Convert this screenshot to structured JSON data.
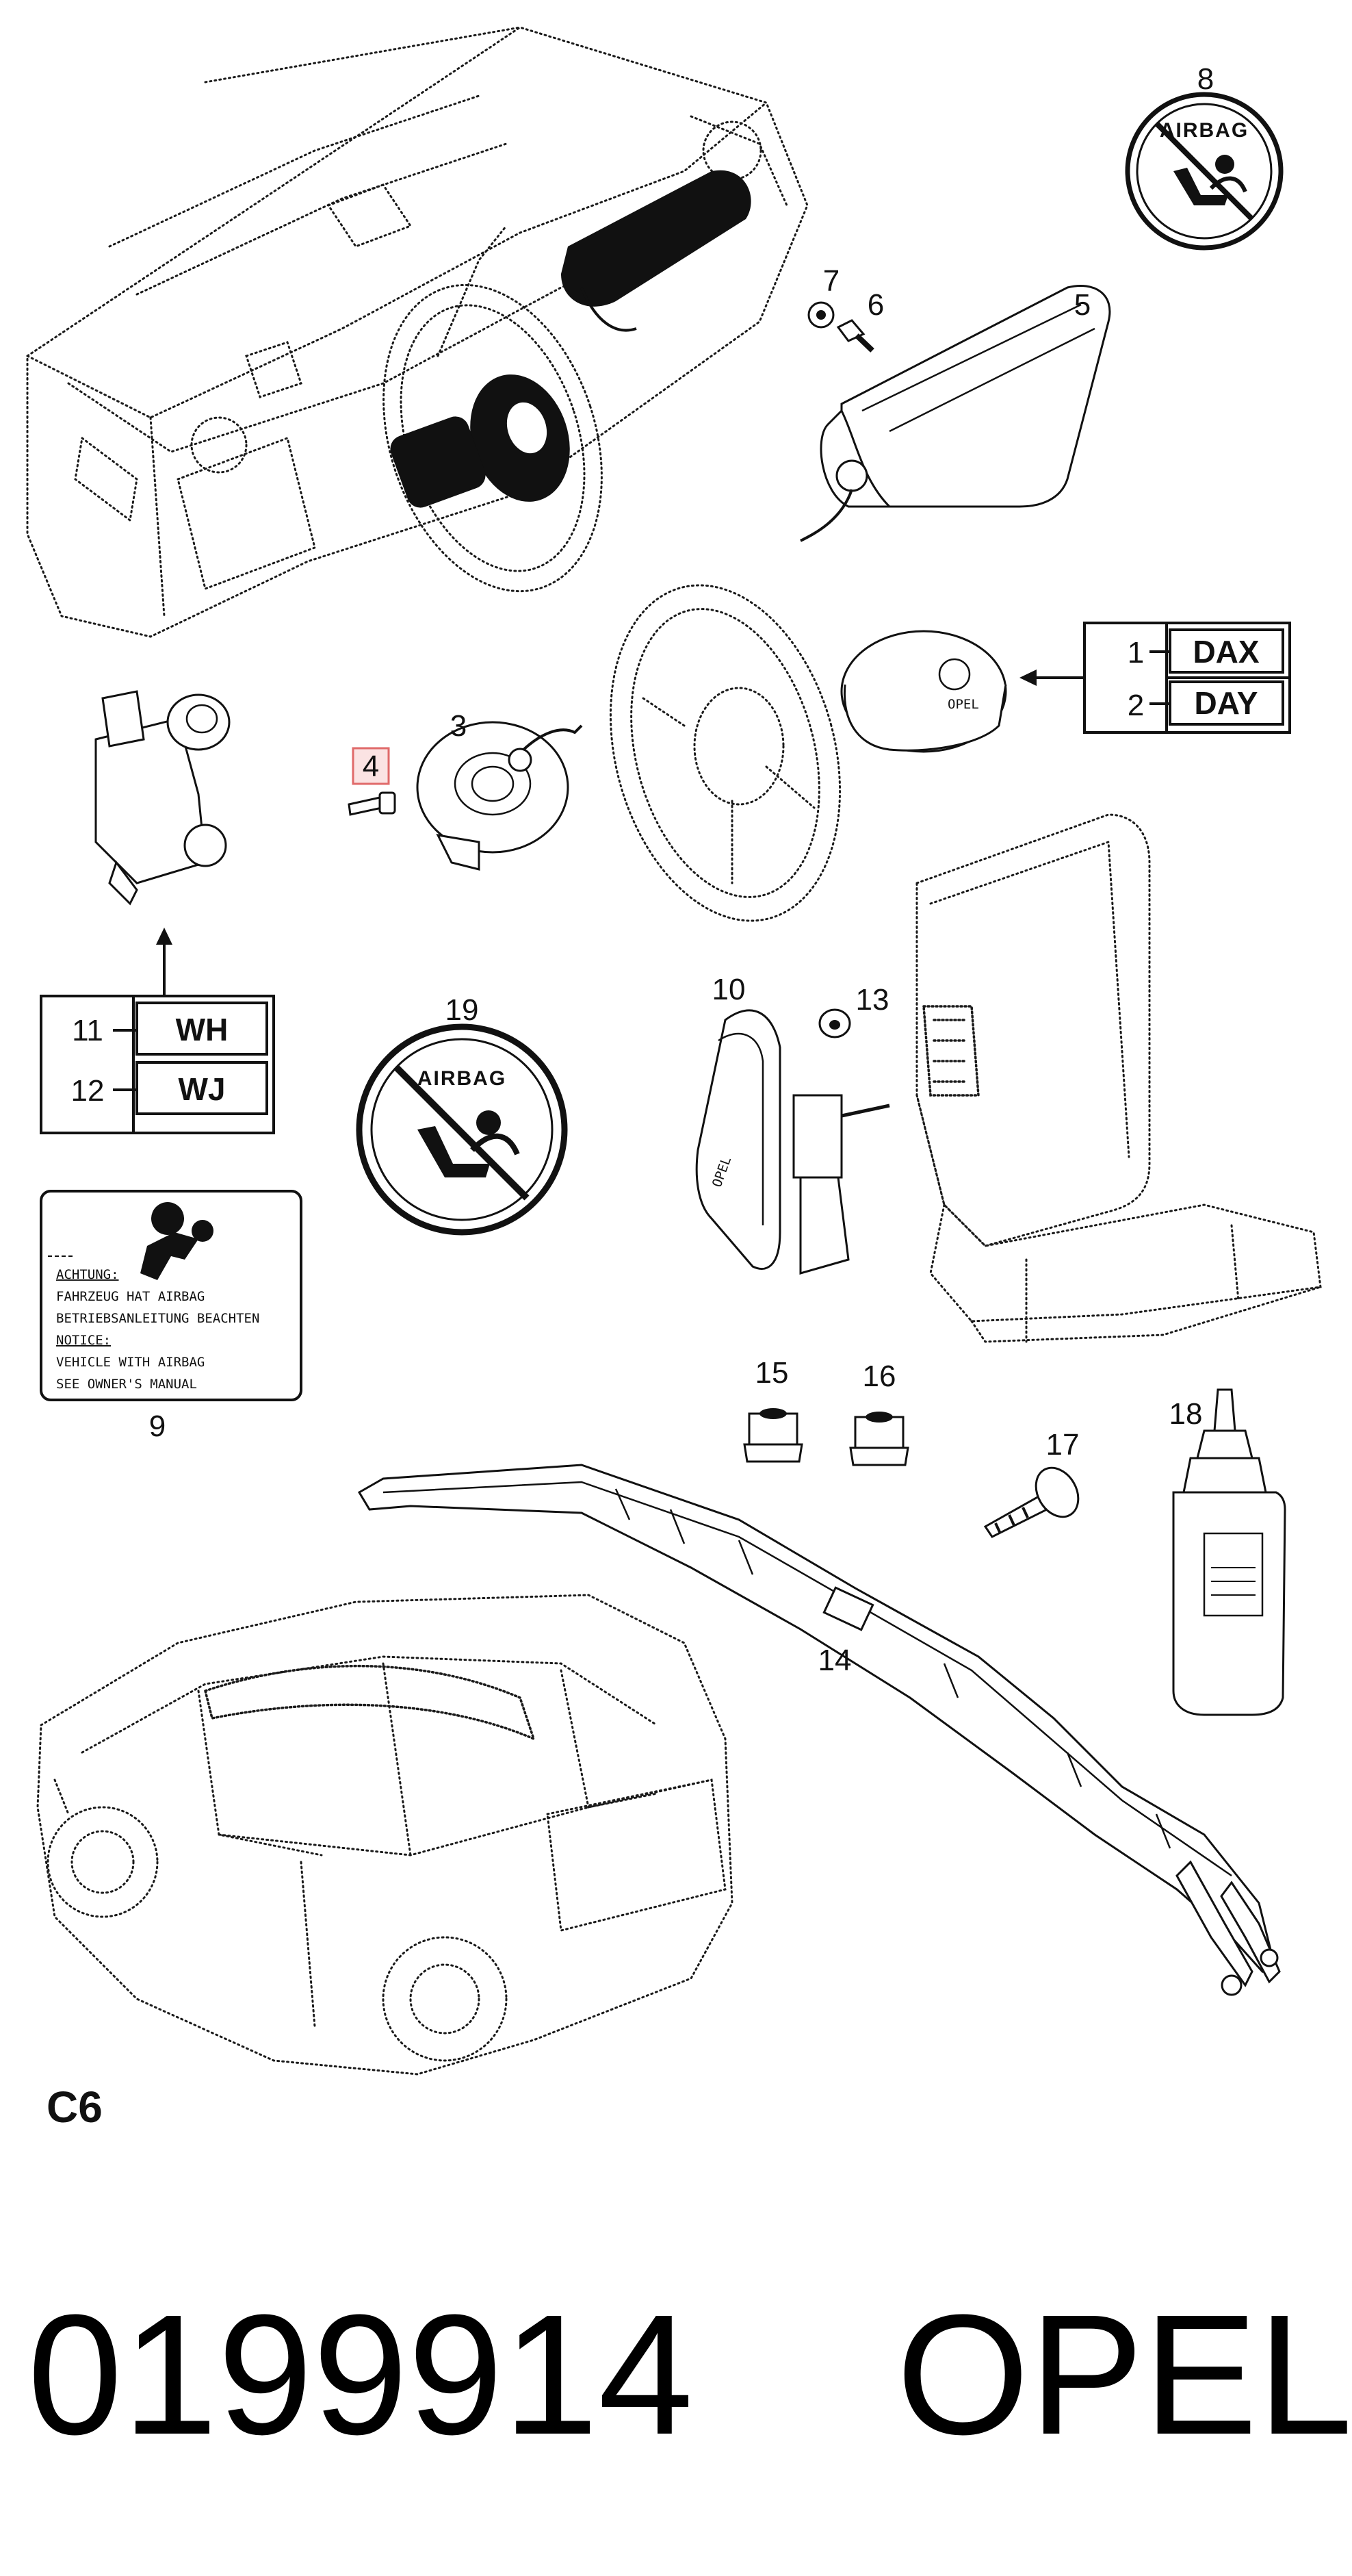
{
  "callouts": {
    "n1": "1",
    "n2": "2",
    "n3": "3",
    "n4": "4",
    "n5": "5",
    "n6": "6",
    "n7": "7",
    "n8": "8",
    "n9": "9",
    "n10": "10",
    "n11": "11",
    "n12": "12",
    "n13": "13",
    "n14": "14",
    "n15": "15",
    "n16": "16",
    "n17": "17",
    "n18": "18",
    "n19": "19"
  },
  "codes": {
    "dax": "DAX",
    "day": "DAY",
    "wh": "WH",
    "wj": "WJ"
  },
  "seal_text": "AIRBAG",
  "label": {
    "line1": "ACHTUNG:",
    "line2": "FAHRZEUG HAT AIRBAG",
    "line3": "BETRIEBSANLEITUNG BEACHTEN",
    "line4": "NOTICE:",
    "line5": "VEHICLE WITH AIRBAG",
    "line6": "SEE OWNER'S MANUAL"
  },
  "section": "C6",
  "footer": {
    "part_number": "0199914",
    "brand": "OPEL"
  },
  "colors": {
    "ink": "#111111",
    "highlight_box": "#e06a6a",
    "highlight_fill": "#fbe3e3",
    "paper": "#ffffff"
  }
}
